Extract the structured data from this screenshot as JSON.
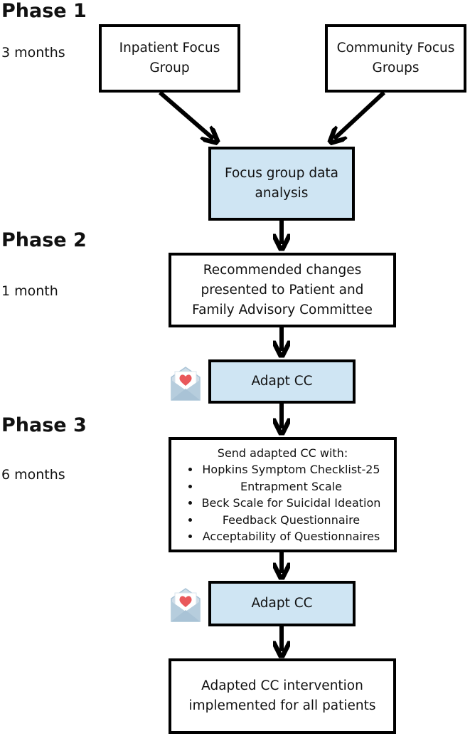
{
  "phases": [
    {
      "title": "Phase 1",
      "duration": "3 months"
    },
    {
      "title": "Phase 2",
      "duration": "1 month"
    },
    {
      "title": "Phase 3",
      "duration": "6 months"
    }
  ],
  "boxes": {
    "inpatient": "Inpatient Focus Group",
    "community": "Community Focus Groups",
    "analysis": "Focus group data analysis",
    "recommended": "Recommended changes presented to Patient and Family Advisory Committee",
    "adapt1": "Adapt CC",
    "send_heading": "Send adapted CC with:",
    "send_items": [
      "Hopkins Symptom Checklist-25",
      "Entrapment Scale",
      "Beck Scale for Suicidal Ideation",
      "Feedback Questionnaire",
      "Acceptability of Questionnaires"
    ],
    "adapt2": "Adapt CC",
    "final": "Adapted CC intervention implemented for all patients"
  },
  "colors": {
    "highlight_box": "#cfe5f3",
    "envelope": "#a9c3d6",
    "heart": "#e9585b"
  },
  "icons": [
    "envelope-heart-icon",
    "envelope-heart-icon"
  ]
}
